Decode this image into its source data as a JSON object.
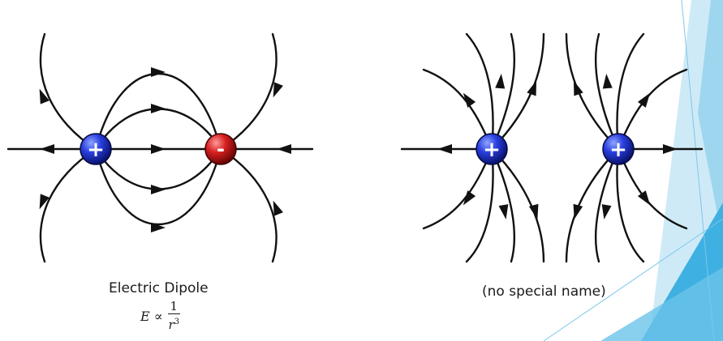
{
  "captions": {
    "left_title": "Electric Dipole",
    "right_title": "(no special name)"
  },
  "formula": {
    "lhs": "E",
    "relation": "∝",
    "numerator": "1",
    "denominator_var": "r",
    "denominator_exp": "3"
  },
  "charges": {
    "positive_symbol": "+",
    "negative_symbol": "-"
  },
  "colors": {
    "line": "#111111",
    "positive_charge": "#1f2fd6",
    "negative_charge": "#d02020",
    "accent_light": "#bfe4f5",
    "accent_mid": "#5cbde8",
    "accent_dark": "#2fa6de"
  }
}
